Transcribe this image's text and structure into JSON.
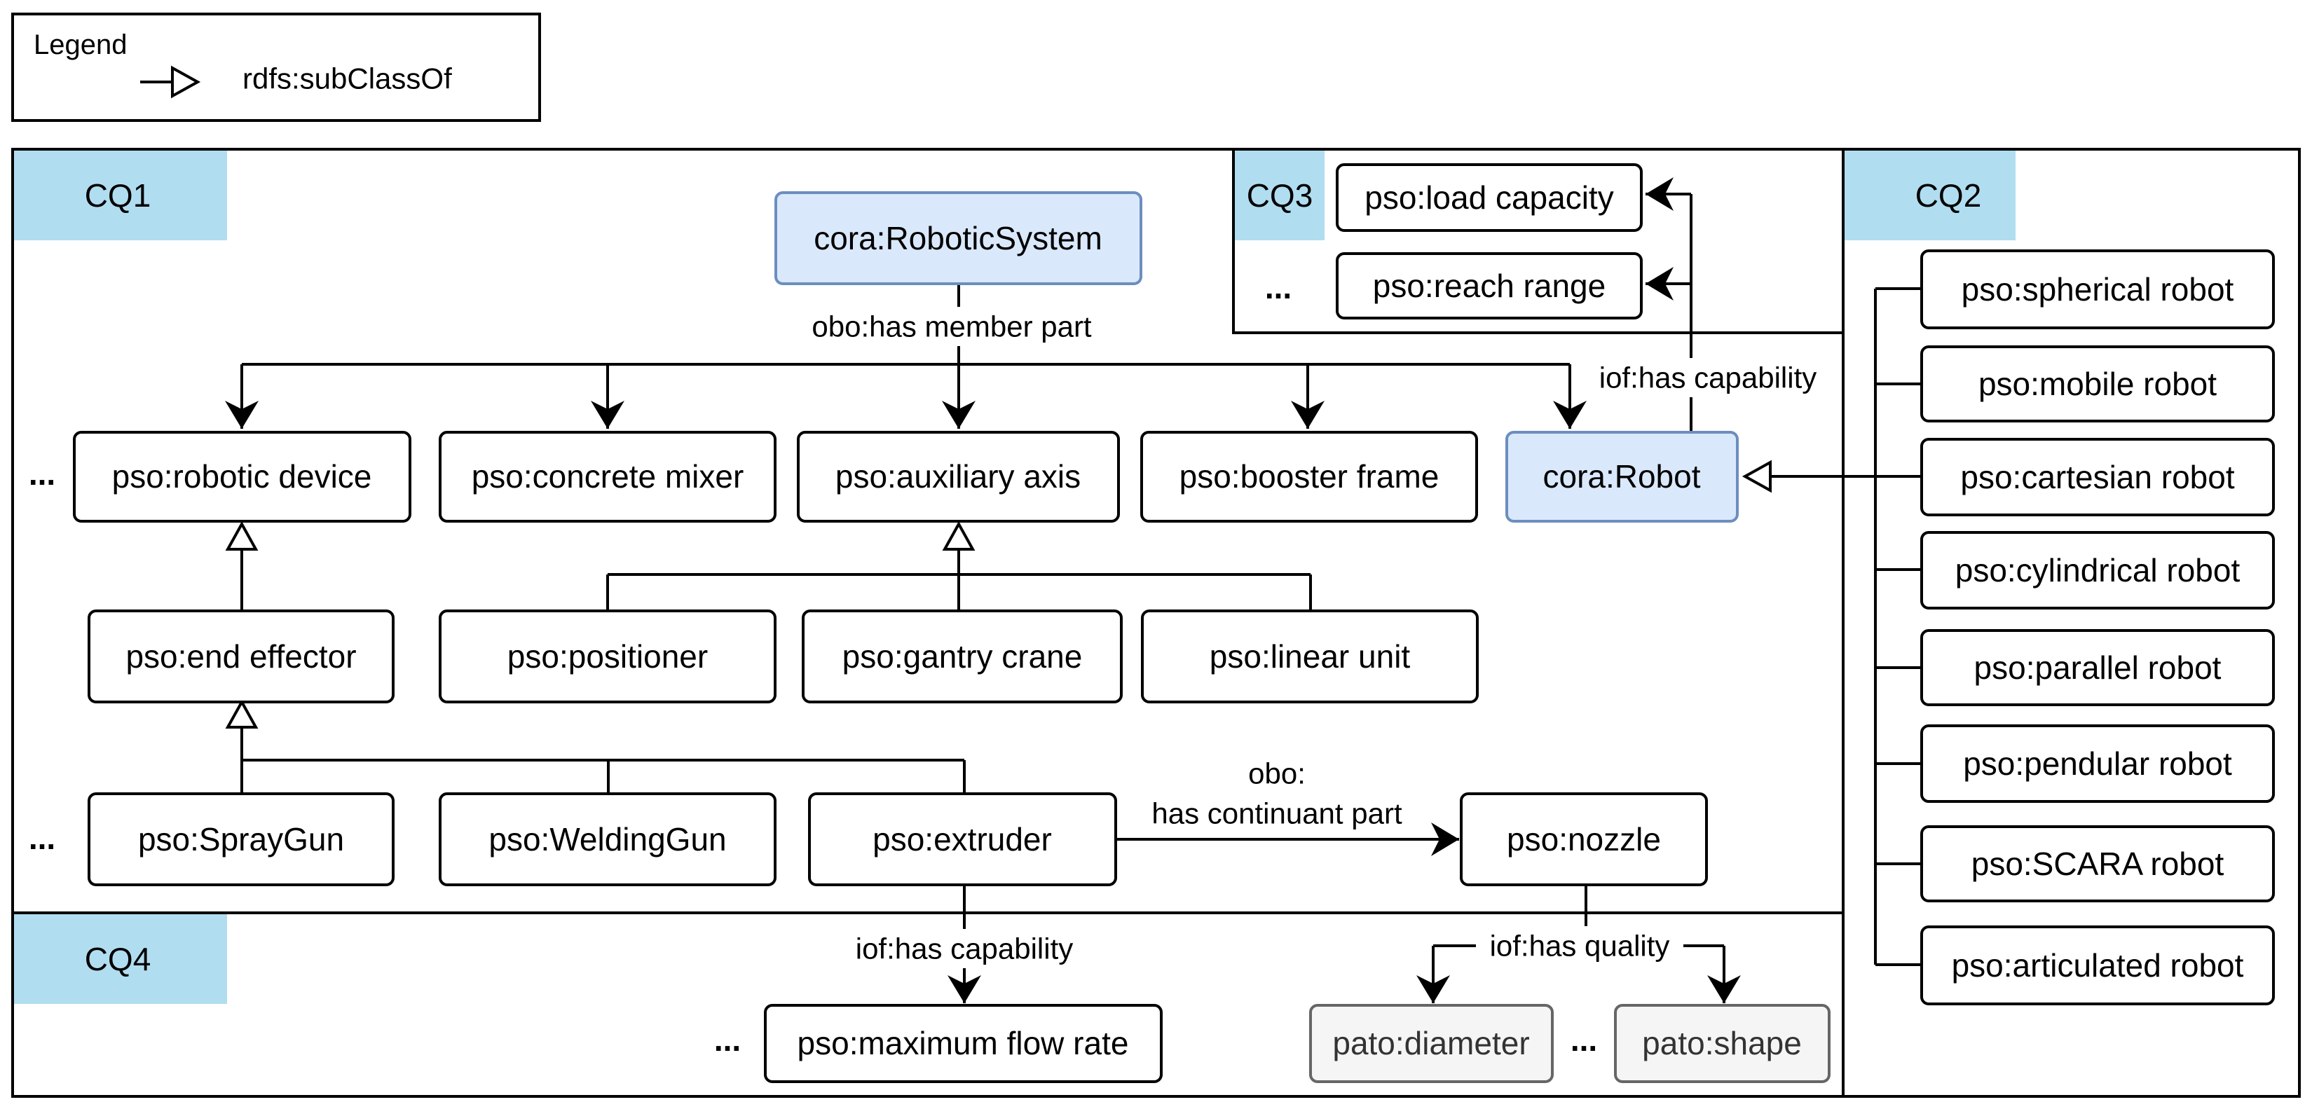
{
  "legend": {
    "title": "Legend",
    "subclass_label": "rdfs:subClassOf"
  },
  "sections": {
    "cq1": "CQ1",
    "cq2": "CQ2",
    "cq3": "CQ3",
    "cq4": "CQ4"
  },
  "nodes": {
    "robotic_system": "cora:RoboticSystem",
    "robotic_device": "pso:robotic device",
    "concrete_mixer": "pso:concrete mixer",
    "auxiliary_axis": "pso:auxiliary axis",
    "booster_frame": "pso:booster frame",
    "robot": "cora:Robot",
    "end_effector": "pso:end effector",
    "positioner": "pso:positioner",
    "gantry_crane": "pso:gantry crane",
    "linear_unit": "pso:linear unit",
    "spray_gun": "pso:SprayGun",
    "welding_gun": "pso:WeldingGun",
    "extruder": "pso:extruder",
    "nozzle": "pso:nozzle",
    "load_capacity": "pso:load capacity",
    "reach_range": "pso:reach range",
    "max_flow_rate": "pso:maximum flow rate",
    "diameter": "pato:diameter",
    "shape": "pato:shape",
    "spherical_robot": "pso:spherical robot",
    "mobile_robot": "pso:mobile robot",
    "cartesian_robot": "pso:cartesian robot",
    "cylindrical_robot": "pso:cylindrical robot",
    "parallel_robot": "pso:parallel robot",
    "pendular_robot": "pso:pendular robot",
    "scara_robot": "pso:SCARA robot",
    "articulated_robot": "pso:articulated robot"
  },
  "edge_labels": {
    "has_member_part": "obo:has member part",
    "has_capability_robot": "iof:has capability",
    "continuant_part_line1": "obo:",
    "continuant_part_line2": "has continuant part",
    "has_capability_extruder": "iof:has capability",
    "has_quality": "iof:has quality"
  },
  "ellipsis": "..."
}
